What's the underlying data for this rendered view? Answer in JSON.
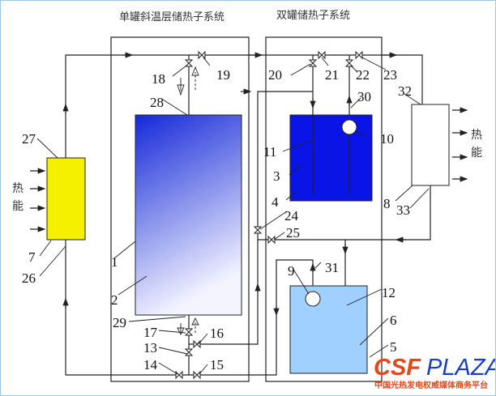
{
  "titles": {
    "single_tank": "单罐斜温层储热子系统",
    "dual_tank": "双罐储热子系统"
  },
  "heat_in_label": [
    "热",
    "能"
  ],
  "heat_out_label": [
    "热",
    "能"
  ],
  "labels": {
    "n1": "1",
    "n2": "2",
    "n3": "3",
    "n4": "4",
    "n5": "5",
    "n6": "6",
    "n7": "7",
    "n8": "8",
    "n9": "9",
    "n10": "10",
    "n11": "11",
    "n12": "12",
    "n13": "13",
    "n14": "14",
    "n15": "15",
    "n16": "16",
    "n17": "17",
    "n18": "18",
    "n19": "19",
    "n20": "20",
    "n21": "21",
    "n22": "22",
    "n23": "23",
    "n24": "24",
    "n25": "25",
    "n26": "26",
    "n27": "27",
    "n28": "28",
    "n29": "29",
    "n30": "30",
    "n31": "31",
    "n32": "32",
    "n33": "33"
  },
  "watermark": {
    "brand_a": "CSF",
    "brand_b": "PLAZA",
    "subtitle": "中国光热发电权威媒体商务平台"
  },
  "colors": {
    "heater": "#f5f000",
    "hot_tank": "#0a14e6",
    "cold_tank": "#9fd0ff",
    "brand": "#e04a1c",
    "brand_b": "#1a3fc4"
  }
}
